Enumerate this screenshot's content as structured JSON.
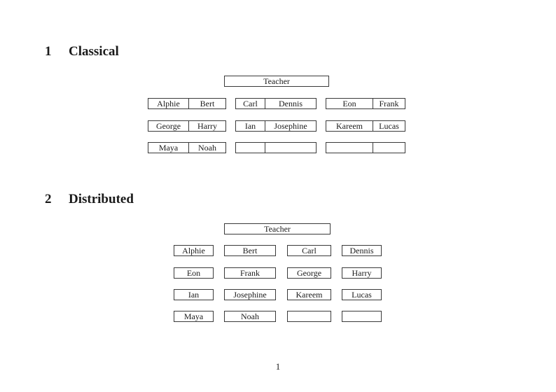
{
  "page": {
    "number": "1"
  },
  "sections": {
    "classical": {
      "heading_number": "1",
      "heading_title": "Classical",
      "teacher_label": "Teacher",
      "desks": [
        [
          {
            "left": "Alphie",
            "right": "Bert"
          },
          {
            "left": "Carl",
            "right": "Dennis"
          },
          {
            "left": "Eon",
            "right": "Frank"
          }
        ],
        [
          {
            "left": "George",
            "right": "Harry"
          },
          {
            "left": "Ian",
            "right": "Josephine"
          },
          {
            "left": "Kareem",
            "right": "Lucas"
          }
        ],
        [
          {
            "left": "Maya",
            "right": "Noah"
          },
          {
            "left": "",
            "right": ""
          },
          {
            "left": "",
            "right": ""
          }
        ]
      ]
    },
    "distributed": {
      "heading_number": "2",
      "heading_title": "Distributed",
      "teacher_label": "Teacher",
      "desks": [
        [
          "Alphie",
          "Bert",
          "Carl",
          "Dennis"
        ],
        [
          "Eon",
          "Frank",
          "George",
          "Harry"
        ],
        [
          "Ian",
          "Josephine",
          "Kareem",
          "Lucas"
        ],
        [
          "Maya",
          "Noah",
          "",
          ""
        ]
      ]
    }
  }
}
